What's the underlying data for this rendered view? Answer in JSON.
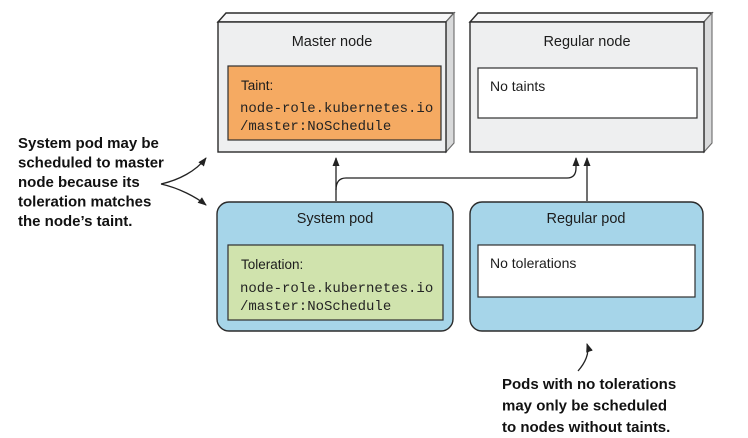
{
  "nodes": {
    "master": {
      "title": "Master node",
      "taint": {
        "label": "Taint:",
        "value_line1": "node-role.kubernetes.io",
        "value_line2": "/master:NoSchedule"
      }
    },
    "regular": {
      "title": "Regular node",
      "taint_status": "No taints"
    }
  },
  "pods": {
    "system": {
      "title": "System pod",
      "toleration": {
        "label": "Toleration:",
        "value_line1": "node-role.kubernetes.io",
        "value_line2": "/master:NoSchedule"
      }
    },
    "regular": {
      "title": "Regular pod",
      "toleration_status": "No tolerations"
    }
  },
  "annotations": {
    "left": {
      "lines": [
        "System pod may be",
        "scheduled to master",
        "node because its",
        "toleration matches",
        "the node’s taint."
      ]
    },
    "bottom_right": {
      "lines": [
        "Pods with no tolerations",
        "may only be scheduled",
        "to nodes without taints."
      ]
    }
  },
  "colors": {
    "node_fill": "#eeeff0",
    "node_top_fill": "#f7f7f8",
    "node_side_fill": "#d9dadb",
    "pod_fill": "#a6d5e9",
    "taint_fill": "#f5aa62",
    "toleration_fill": "#d0e3ad",
    "box_fill": "#ffffff"
  }
}
